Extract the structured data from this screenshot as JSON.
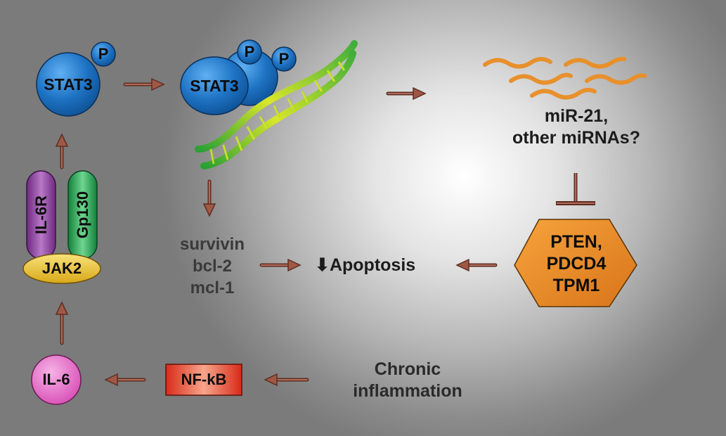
{
  "molecules": {
    "stat3_left": "STAT3",
    "stat3_dna": "STAT3",
    "phospho": "P",
    "il6r": "IL-6R",
    "gp130": "Gp130",
    "jak2": "JAK2",
    "il6": "IL-6",
    "nfkb": "NF-kB"
  },
  "labels": {
    "mirna_line1": "miR-21,",
    "mirna_line2": "other miRNAs?",
    "pten_targets": [
      "PTEN,",
      "PDCD4",
      "TPM1"
    ],
    "genes": [
      "survivin",
      "bcl-2",
      "mcl-1"
    ],
    "apoptosis": "Apoptosis",
    "apoptosis_arrow": "⬇",
    "inflammation_line1": "Chronic",
    "inflammation_line2": "inflammation"
  },
  "colors": {
    "arrow": "#8a4a3c",
    "stat3": "#1e73c4",
    "il6r": "#8e3ea0",
    "gp130": "#28a052",
    "jak2": "#e8c22c",
    "il6": "#e36cc4",
    "nfkb": "#e8452c",
    "mirna": "#e8902c",
    "pten": "#e88a2c"
  }
}
